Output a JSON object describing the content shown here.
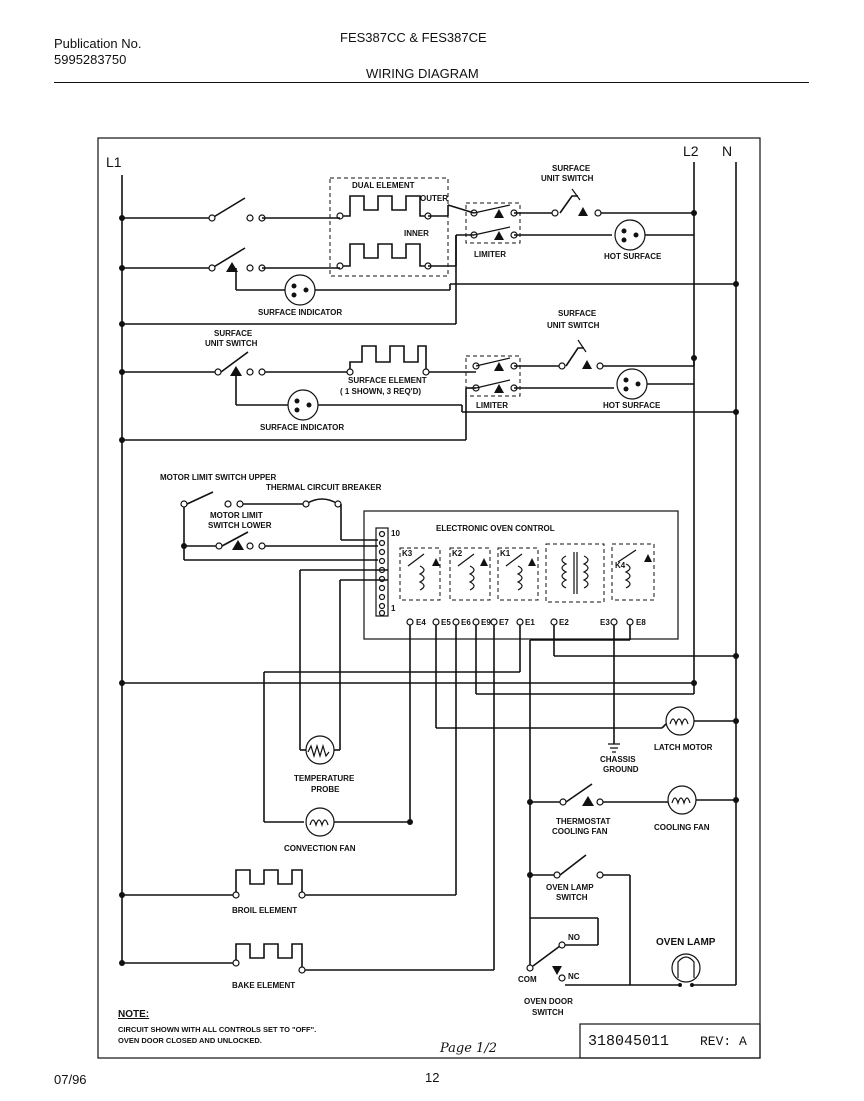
{
  "header": {
    "publication_label": "Publication No.",
    "publication_number": "5995283750",
    "models": "FES387CC & FES387CE",
    "section_title": "WIRING DIAGRAM"
  },
  "diagram": {
    "rails": {
      "l1": "L1",
      "l2": "L2",
      "n": "N"
    },
    "dual_element": "DUAL ELEMENT",
    "outer": "OUTER",
    "inner": "INNER",
    "limiter": "LIMITER",
    "surface_unit_switch": "SURFACE UNIT SWITCH",
    "hot_surface": "HOT SURFACE",
    "surface_indicator": "SURFACE INDICATOR",
    "surface_element": "SURFACE ELEMENT",
    "surface_element_note": "( 1 SHOWN, 3 REQ'D)",
    "motor_limit_upper": "MOTOR LIMIT SWITCH UPPER",
    "thermal_breaker": "THERMAL CIRCUIT BREAKER",
    "motor_limit_lower_1": "MOTOR LIMIT",
    "motor_limit_lower_2": "SWITCH LOWER",
    "electronic_oven_control": "ELECTRONIC OVEN CONTROL",
    "connector_top": "10",
    "connector_bottom": "1",
    "relays": [
      "K3",
      "K2",
      "K1",
      "K4"
    ],
    "terminals": [
      "E4",
      "E5",
      "E6",
      "E9",
      "E7",
      "E1",
      "E2",
      "E3",
      "E8"
    ],
    "latch_motor": "LATCH MOTOR",
    "chassis_ground_1": "CHASSIS",
    "chassis_ground_2": "GROUND",
    "temperature_probe_1": "TEMPERATURE",
    "temperature_probe_2": "PROBE",
    "thermostat_1": "THERMOSTAT",
    "thermostat_2": "COOLING FAN",
    "cooling_fan": "COOLING FAN",
    "convection_fan": "CONVECTION FAN",
    "oven_lamp_switch_1": "OVEN LAMP",
    "oven_lamp_switch_2": "SWITCH",
    "oven_lamp": "OVEN LAMP",
    "broil_element": "BROIL ELEMENT",
    "bake_element": "BAKE ELEMENT",
    "no": "NO",
    "nc": "NC",
    "com": "COM",
    "oven_door_switch_1": "OVEN DOOR",
    "oven_door_switch_2": "SWITCH",
    "note_title": "NOTE:",
    "note_line1": "CIRCUIT SHOWN WITH ALL CONTROLS SET TO \"OFF\".",
    "note_line2": "OVEN DOOR CLOSED AND UNLOCKED.",
    "page_handwritten": "Page 1/2",
    "part_number": "318045011",
    "revision": "REV: A"
  },
  "footer": {
    "date": "07/96",
    "page": "12"
  }
}
